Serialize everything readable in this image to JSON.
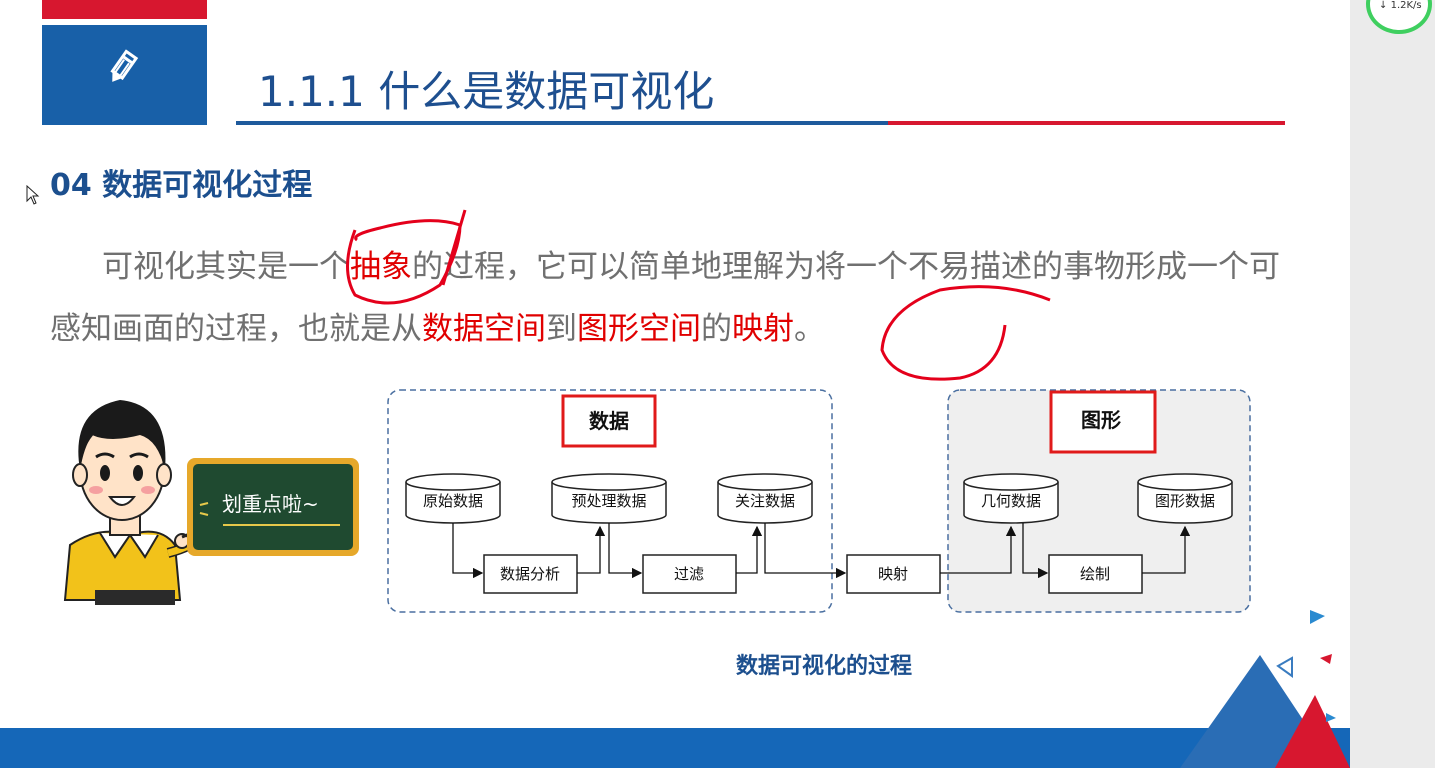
{
  "header": {
    "title": "1.1.1 什么是数据可视化",
    "edit_icon": "pencil-icon"
  },
  "section": {
    "heading": "04 数据可视化过程"
  },
  "paragraph": {
    "p1": "可视化其实是一个",
    "p2": "抽象",
    "p3": "的过程，它可以简单地理解为将一个不易描述的事物形成一个可感知画面的过程，也就是从",
    "p4": "数据空间",
    "p5": "到",
    "p6": "图形空间",
    "p7": "的",
    "p8": "映射",
    "p9": "。"
  },
  "cartoon": {
    "board_text": "划重点啦~"
  },
  "flow": {
    "data_group_label": "数据",
    "graphic_group_label": "图形",
    "nodes": {
      "raw": "原始数据",
      "pre": "预处理数据",
      "focus": "关注数据",
      "geo": "几何数据",
      "img": "图形数据",
      "analysis": "数据分析",
      "filter": "过滤",
      "mapping": "映射",
      "draw": "绘制"
    }
  },
  "caption": "数据可视化的过程",
  "net_widget": {
    "speed": "1.2K/s"
  },
  "colors": {
    "brand_blue": "#1860a8",
    "brand_red": "#d7172f",
    "highlight_red": "#e00000",
    "title_blue": "#1e4f8f"
  }
}
